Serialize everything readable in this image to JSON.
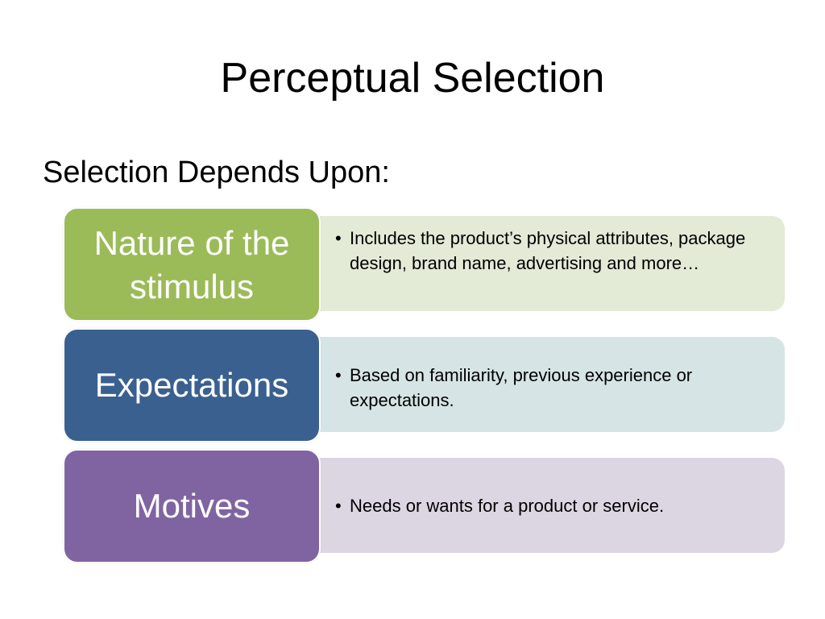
{
  "slide": {
    "title": "Perceptual Selection",
    "subtitle": "Selection Depends Upon:",
    "bullet_symbol": "•",
    "items": [
      {
        "label": "Nature of the stimulus",
        "detail": "Includes the product’s physical attributes, package design, brand name, advertising and more…",
        "label_color": "#9bbb59",
        "detail_color": "#e3ead6"
      },
      {
        "label": "Expectations",
        "detail": "Based on familiarity, previous experience or expectations.",
        "label_color": "#3a6090",
        "detail_color": "#d7e4e5"
      },
      {
        "label": "Motives",
        "detail": "Needs or wants for a product or service.",
        "label_color": "#8064a2",
        "detail_color": "#dcd6e3"
      }
    ]
  }
}
